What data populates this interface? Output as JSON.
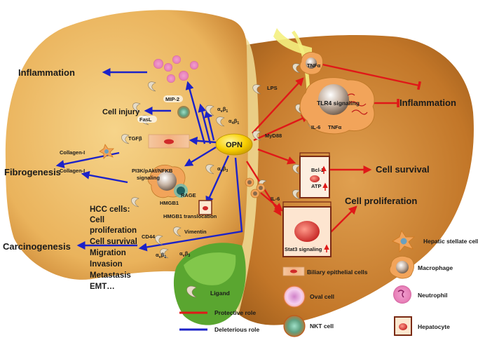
{
  "outcomes": {
    "inflammation_left": "Inflammation",
    "cell_injury": "Cell injury",
    "fibrogenesis": "Fibrogenesis",
    "carcinogenesis": "Carcinogenesis",
    "inflammation_right": "Inflammation",
    "cell_survival": "Cell survival",
    "cell_proliferation": "Cell proliferation"
  },
  "center": "OPN",
  "hcc_lines": [
    "HCC cells:",
    "Cell",
    "proliferation",
    "Cell survival",
    "Migration",
    "Invasion",
    "Metastasis",
    "EMT…"
  ],
  "molecules": {
    "mip2": "MIP-2",
    "fasl": "FasL",
    "tgfb": "TGFβ",
    "collagen1_a": "Collagen-I",
    "collagen1_b": "Collagen-I",
    "pi3k": [
      "PI3K/pAkt/NFKB",
      "signaling"
    ],
    "rage": "RAGE",
    "hmgb1": "HMGB1",
    "hmgb1_trans": "HMGB1 translocation",
    "cd44": "CD44",
    "vimentin": "Vimentin",
    "lps": "LPS",
    "myd88": "MyD88",
    "tnfa_top": "TNFα",
    "tlr4": "TLR4 signaling",
    "il6_mac": "IL-6",
    "tnfa_mac": "TNFα",
    "bcl2": "Bcl-2",
    "atp": "ATP",
    "il6": "IL-6",
    "stat3": "Stat3 signaling"
  },
  "integrins": {
    "a": {
      "alpha": "α",
      "sub1": "v",
      "beta": "β",
      "sub2": "1"
    },
    "b": {
      "alpha": "α",
      "sub1": "4",
      "beta": "β",
      "sub2": "1"
    },
    "c": {
      "alpha": "α",
      "sub1": "v",
      "beta": "β",
      "sub2": "3"
    },
    "d": {
      "alpha": "α",
      "sub1": "v",
      "beta": "β",
      "sub2": "1"
    },
    "e": {
      "alpha": "α",
      "sub1": "v",
      "beta": "β",
      "sub2": "3"
    }
  },
  "legend": {
    "ligand": "Ligand",
    "protective": "Protective role",
    "deleterious": "Deleterious role",
    "biliary": "Biliary epithelial cells",
    "oval": "Oval cell",
    "nkt": "NKT cell",
    "hsc": "Hepatic stellate cell",
    "macrophage": "Macrophage",
    "neutrophil": "Neutrophil",
    "hepatocyte": "Hepatocyte"
  },
  "colors": {
    "protective": "#e01818",
    "deleterious": "#1c22c8",
    "liver_light": "#f3cf7a",
    "liver_dark": "#b06d22",
    "opn": "#f6c400"
  }
}
